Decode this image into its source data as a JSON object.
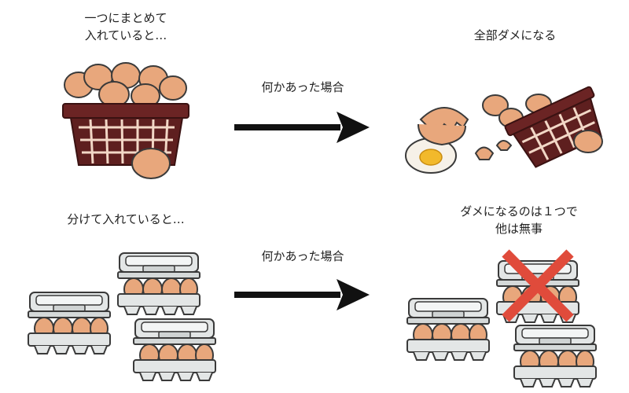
{
  "top_left_caption": [
    "一つにまとめて",
    "入れていると…"
  ],
  "top_arrow_caption": "何かあった場合",
  "top_right_caption": "全部ダメになる",
  "bottom_left_caption": "分けて入れていると…",
  "bottom_arrow_caption": "何かあった場合",
  "bottom_right_caption": [
    "ダメになるのは１つで",
    "他は無事"
  ],
  "icons": [
    "egg-basket-icon",
    "broken-eggs-icon",
    "egg-carton-icon",
    "cross-mark-icon",
    "arrow-right-icon"
  ],
  "colors": {
    "egg": "#e8a77c",
    "basket": "#5e1f1f",
    "carton": "#dfe2e2",
    "cross": "#e04b3b",
    "arrow": "#111111"
  }
}
